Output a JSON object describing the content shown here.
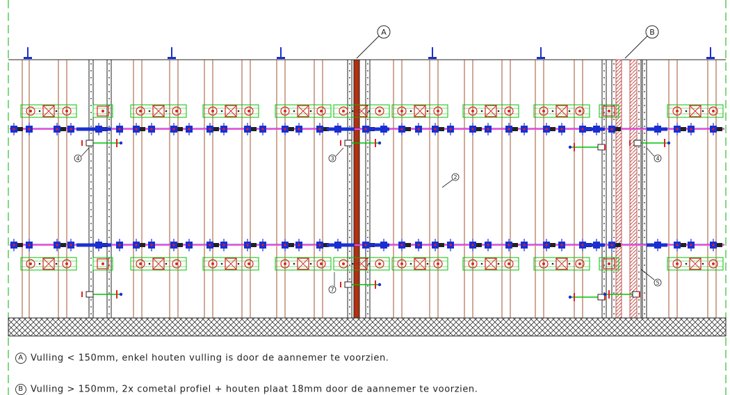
{
  "colors": {
    "plank": "#a0522d",
    "frame": "#222222",
    "green": "#00c000",
    "red": "#e02020",
    "blue": "#1b2fd0",
    "pink": "#ff4fd8",
    "dash": "#00b000",
    "fill_a": "#b03010",
    "hatch_b": "#c0504d"
  },
  "callouts": {
    "a": "A",
    "b": "B"
  },
  "items": {
    "i2": "2",
    "i3": "3",
    "i4": "4",
    "i5": "5",
    "i7": "7"
  },
  "legend": {
    "a_symbol": "A",
    "a_text": "Vulling < 150mm, enkel houten vulling is door de aannemer te voorzien.",
    "b_symbol": "B",
    "b_text": "Vulling > 150mm, 2x cometal profiel + houten plaat 18mm door de aannemer te voorzien."
  }
}
